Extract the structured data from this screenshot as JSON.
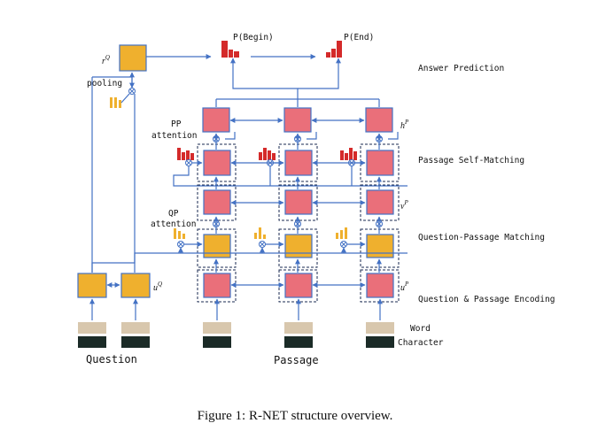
{
  "colors": {
    "encoding_node": "#ea6f7a",
    "question_node": "#efb02e",
    "arrow": "#4472c4",
    "word_embedding": "#d8c7ad",
    "char_embedding": "#1b2b27",
    "attention_red": "#d42a2a",
    "attention_gold": "#efb02e"
  },
  "labels": {
    "p_begin": "P(Begin)",
    "p_end": "P(End)",
    "answer_prediction": "Answer Prediction",
    "passage_self_matching": "Passage Self-Matching",
    "question_passage_matching": "Question-Passage Matching",
    "question_passage_encoding": "Question & Passage Encoding",
    "word": "Word",
    "character": "Character",
    "question": "Question",
    "passage": "Passage",
    "pooling": "pooling",
    "pp_attention_line1": "PP",
    "pp_attention_line2": "attention",
    "qp_attention_line1": "QP",
    "qp_attention_line2": "attention"
  },
  "variables": {
    "r_q": {
      "base": "r",
      "sup": "Q"
    },
    "h_p": {
      "base": "h",
      "sup": "P"
    },
    "v_p": {
      "base": "v",
      "sup": "P"
    },
    "u_p": {
      "base": "u",
      "sup": "P"
    },
    "u_q": {
      "base": "u",
      "sup": "Q"
    }
  },
  "caption": "Figure 1: R-NET structure overview.",
  "icons": {
    "gate": "circled-times-icon",
    "attention_bars": "bar-chart-icon"
  }
}
